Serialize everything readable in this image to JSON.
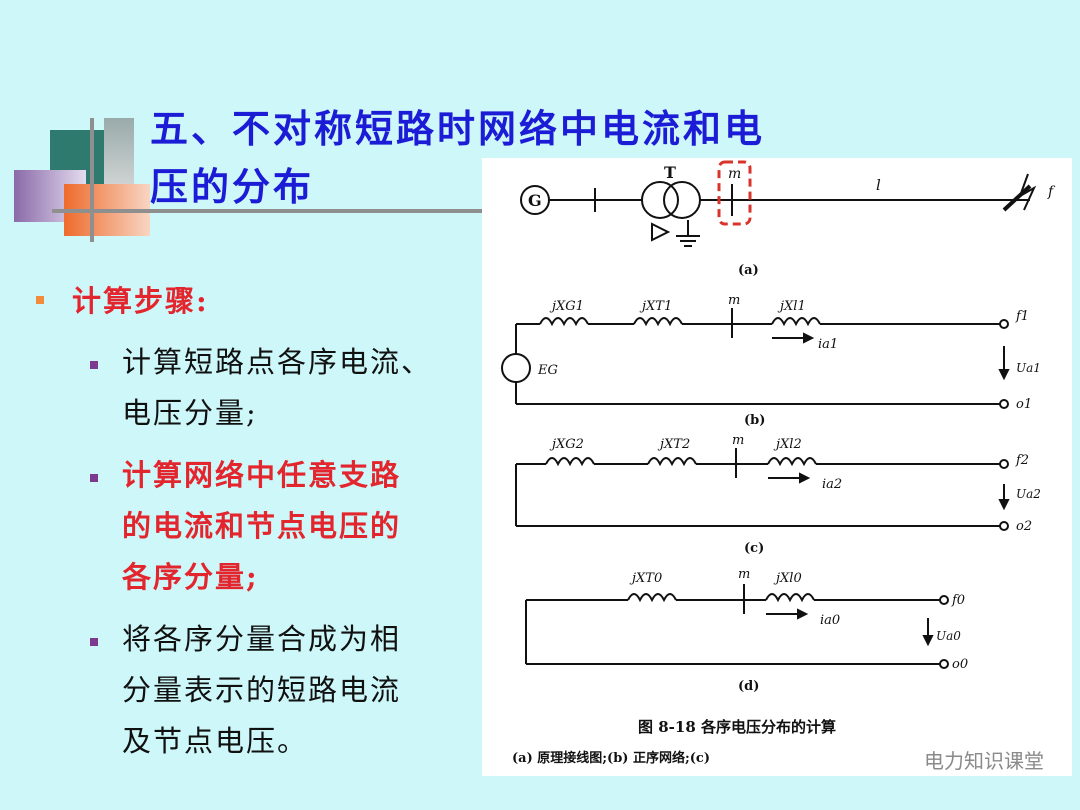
{
  "title": {
    "line1": "五、不对称短路时网络中电流和电",
    "line2": "压的分布"
  },
  "outline": {
    "heading": "计算步骤:",
    "items": [
      {
        "line1": "计算短路点各序电流、",
        "line2": "电压分量;"
      },
      {
        "line1": "计算网络中任意支路",
        "line2": "的电流和节点电压的",
        "line3": "各序分量;"
      },
      {
        "line1": "将各序分量合成为相",
        "line2": "分量表示的短路电流",
        "line3": "及节点电压。"
      }
    ]
  },
  "figure": {
    "panel_a": {
      "source": "G",
      "transformer": "T",
      "node": "m",
      "line": "l",
      "fault": "f",
      "caption": "(a)"
    },
    "panel_b": {
      "xg": "jXG1",
      "xt": "jXT1",
      "node": "m",
      "xl": "jXl1",
      "current": "ia1",
      "emf": "EG",
      "terminal_top": "f1",
      "terminal_bottom": "o1",
      "voltage": "Ua1",
      "caption": "(b)"
    },
    "panel_c": {
      "xg": "jXG2",
      "xt": "jXT2",
      "node": "m",
      "xl": "jXl2",
      "current": "ia2",
      "terminal_top": "f2",
      "terminal_bottom": "o2",
      "voltage": "Ua2",
      "caption": "(c)"
    },
    "panel_d": {
      "xt": "jXT0",
      "node": "m",
      "xl": "jXl0",
      "current": "ia0",
      "terminal_top": "f0",
      "terminal_bottom": "o0",
      "voltage": "Ua0",
      "caption": "(d)"
    },
    "caption_title": "图 8-18   各序电压分布的计算",
    "caption_sub": "(a) 原理接线图;(b) 正序网络;(c)"
  },
  "watermark": "电力知识课堂",
  "colors": {
    "background": "#cdf7f9",
    "title": "#1c1cd6",
    "emphasis": "#e3262e",
    "highlight_box": "#d9342b"
  }
}
